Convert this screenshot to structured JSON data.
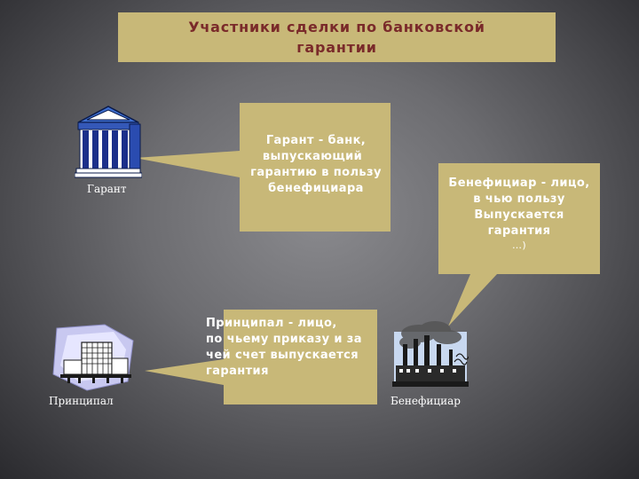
{
  "title": {
    "line1": "Участники сделки по банковской",
    "line2": "гарантии"
  },
  "garant": {
    "caption": "Гарант",
    "lines": [
      "Гарант - банк,",
      "выпускающий",
      "гарантию в пользу",
      "бенефициара"
    ]
  },
  "beneficiary": {
    "caption": "Бенефициар",
    "lines": [
      "Бенефициар - лицо,",
      "в чью пользу",
      "Выпускается",
      "гарантия",
      "…)"
    ]
  },
  "principal": {
    "caption": "Принципал",
    "lines": [
      "Принципал - лицо,",
      "по чьему приказу и за",
      "чей счет выпускается",
      "гарантия"
    ]
  },
  "colors": {
    "box_fill": "#c8b878",
    "title_text": "#7a2a2a",
    "callout_text": "#ffffff"
  },
  "icons": {
    "garant": "bank-building-icon",
    "principal": "office-building-icon",
    "beneficiary": "factory-icon"
  }
}
